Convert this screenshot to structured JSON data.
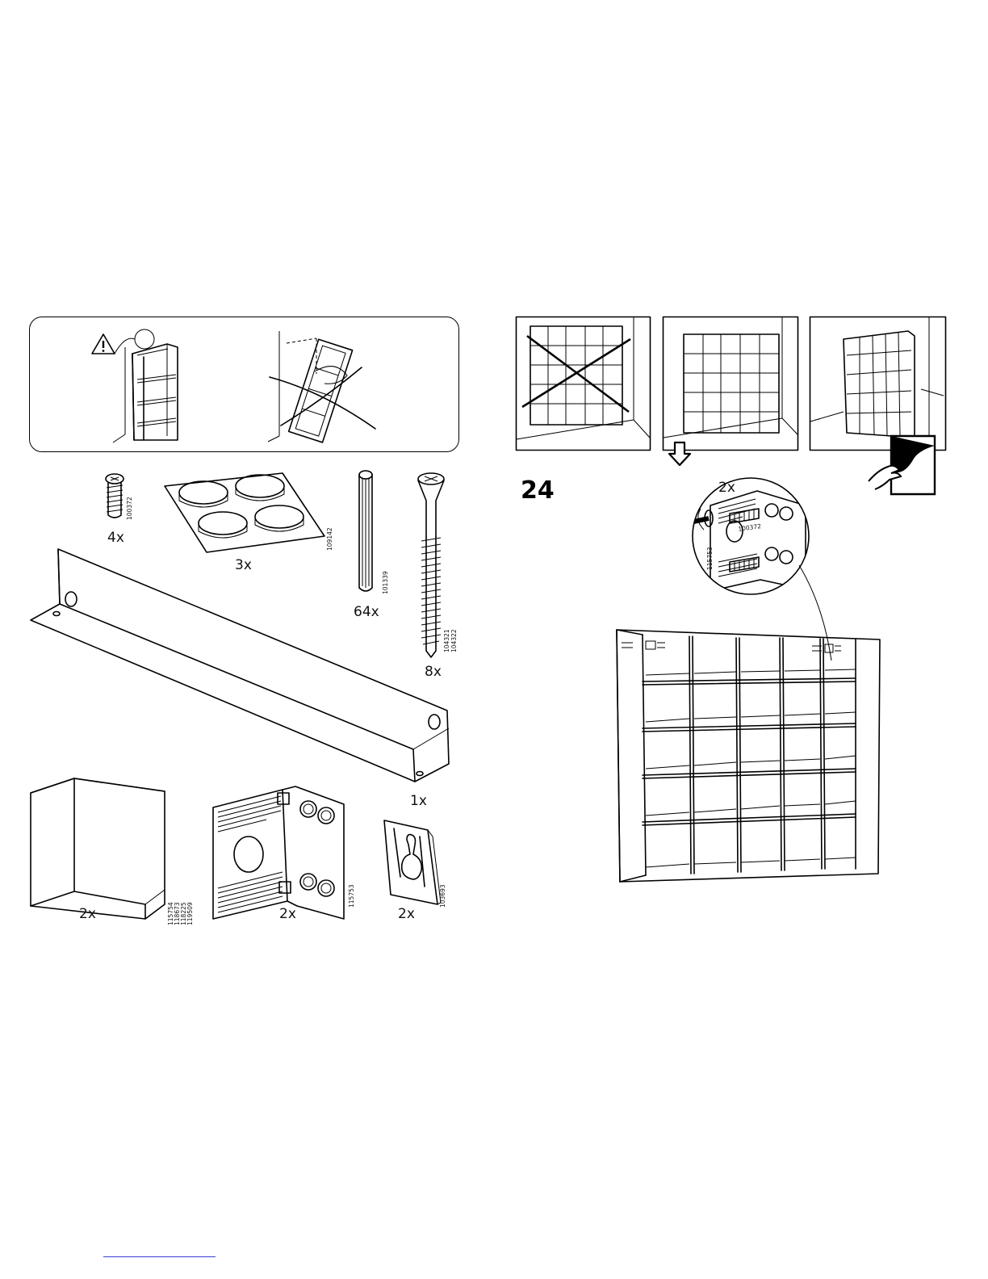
{
  "left_page": {
    "safety_panel": {
      "warning_icon": "warning-triangle-icon",
      "wrong_icon": "cross-out-icon"
    },
    "parts": [
      {
        "id": "screw",
        "quantity": "4x",
        "part_numbers": [
          "100372"
        ]
      },
      {
        "id": "felt-pads",
        "quantity": "3x",
        "part_numbers": [
          "109142"
        ]
      },
      {
        "id": "dowel",
        "quantity": "64x",
        "part_numbers": [
          "101339"
        ]
      },
      {
        "id": "long-screw",
        "quantity": "8x",
        "part_numbers": [
          "104321",
          "104322"
        ]
      },
      {
        "id": "rail",
        "quantity": "1x",
        "part_numbers": []
      },
      {
        "id": "corner-bracket",
        "quantity": "2x",
        "part_numbers": [
          "115754",
          "118673",
          "118225",
          "119509"
        ]
      },
      {
        "id": "hinge-fitting",
        "quantity": "2x",
        "part_numbers": [
          "115753"
        ]
      },
      {
        "id": "keyhole-plate",
        "quantity": "2x",
        "part_numbers": [
          "103693"
        ]
      }
    ]
  },
  "right_page": {
    "step_number": "24",
    "detail": {
      "quantity": "2x",
      "part_numbers": [
        "100372",
        "115753"
      ]
    }
  }
}
